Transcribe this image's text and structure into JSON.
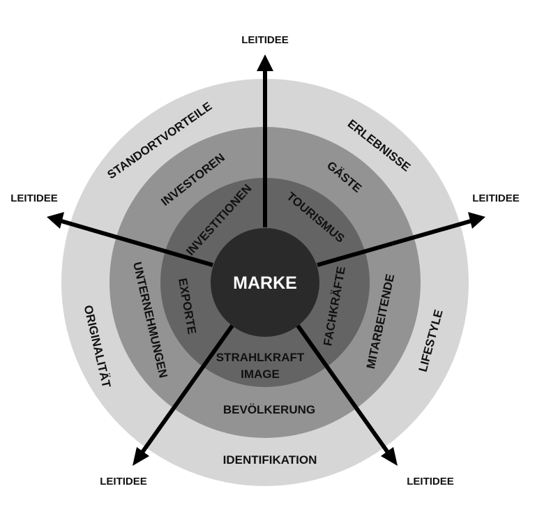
{
  "center": {
    "label": "MARKE"
  },
  "direction_label": "LEITIDEE",
  "rings": {
    "outer": [
      "STANDORTVORTEILE",
      "ERLEBNISSE",
      "LIFESTYLE",
      "IDENTIFIKATION",
      "ORIGINALITÄT"
    ],
    "middle": [
      "INVESTOREN",
      "GÄSTE",
      "MITARBEITENDE",
      "BEVÖLKERUNG",
      "UNTERNEHMUNGEN"
    ],
    "inner": [
      "INVESTITIONEN",
      "TOURISMUS",
      "FACHKRÄFTE",
      "STRAHLKRAFT",
      "IMAGE",
      "EXPORTE"
    ]
  },
  "colors": {
    "outer_ring": "#d6d6d6",
    "middle_ring": "#939393",
    "inner_ring": "#646464",
    "core": "#2a2a2a",
    "arrow": "#000000"
  }
}
